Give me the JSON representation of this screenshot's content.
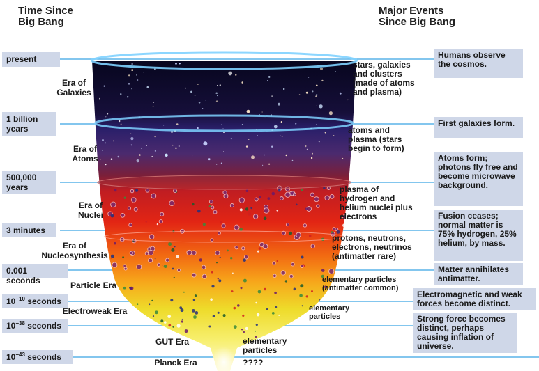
{
  "headers": {
    "time_line1": "Time Since",
    "time_line2": "Big Bang",
    "events_line1": "Major Events",
    "events_line2": "Since Big Bang"
  },
  "times": [
    {
      "label": "present"
    },
    {
      "label": "1 billion years"
    },
    {
      "label": "500,000 years"
    },
    {
      "label": "3 minutes"
    },
    {
      "label": "0.001 seconds"
    },
    {
      "base": "10",
      "exp": "−10",
      "unit": "seconds"
    },
    {
      "base": "10",
      "exp": "−38",
      "unit": "seconds"
    },
    {
      "base": "10",
      "exp": "−43",
      "unit": "seconds"
    }
  ],
  "eras": [
    "Era of Galaxies",
    "Era of Atoms",
    "Era of Nuclei",
    "Era of Nucleosynthesis",
    "Particle Era",
    "Electroweak Era",
    "GUT Era",
    "Planck Era"
  ],
  "contents": [
    "stars, galaxies and clusters (made of atoms and plasma)",
    "atoms and plasma (stars begin to form)",
    "plasma of hydrogen and helium nuclei plus electrons",
    "protons, neutrons, electrons, neutrinos (antimatter rare)",
    "elementary particles (antimatter common)",
    "elementary particles",
    "elementary particles",
    "????"
  ],
  "events": [
    "Humans observe the cosmos.",
    "First galaxies form.",
    "Atoms form; photons fly free and become microwave background.",
    "Fusion ceases; normal matter is 75% hydrogen, 25% helium, by mass.",
    "Matter annihilates antimatter.",
    "Electromagnetic and weak forces become distinct.",
    "Strong force becomes distinct, perhaps causing inflation of universe."
  ],
  "colors": {
    "label_box": "#cfd7e8",
    "timeline": "#5ab4e8",
    "space": "#07061e",
    "ring": "#7fd2ff"
  }
}
